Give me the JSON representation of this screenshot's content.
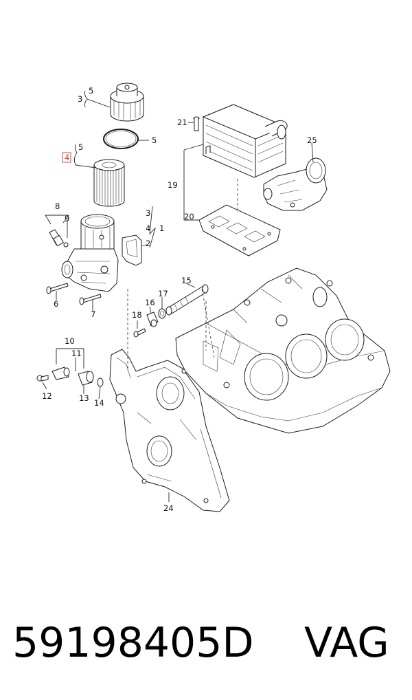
{
  "callouts": {
    "c1": "1",
    "c2": "2",
    "c3a": "3",
    "c3b": "3",
    "c4a": "4",
    "c4b": "4",
    "c5a": "5",
    "c5b": "5",
    "c5c": "5",
    "c6": "6",
    "c7": "7",
    "c8": "8",
    "c9": "9",
    "c10": "10",
    "c11": "11",
    "c12": "12",
    "c13": "13",
    "c14": "14",
    "c15": "15",
    "c16": "16",
    "c17": "17",
    "c18": "18",
    "c19": "19",
    "c20": "20",
    "c21": "21",
    "c24": "24",
    "c25": "25"
  },
  "highlight_color": "#e04040",
  "footer": {
    "part_number": "59198405D",
    "brand": "VAG"
  }
}
